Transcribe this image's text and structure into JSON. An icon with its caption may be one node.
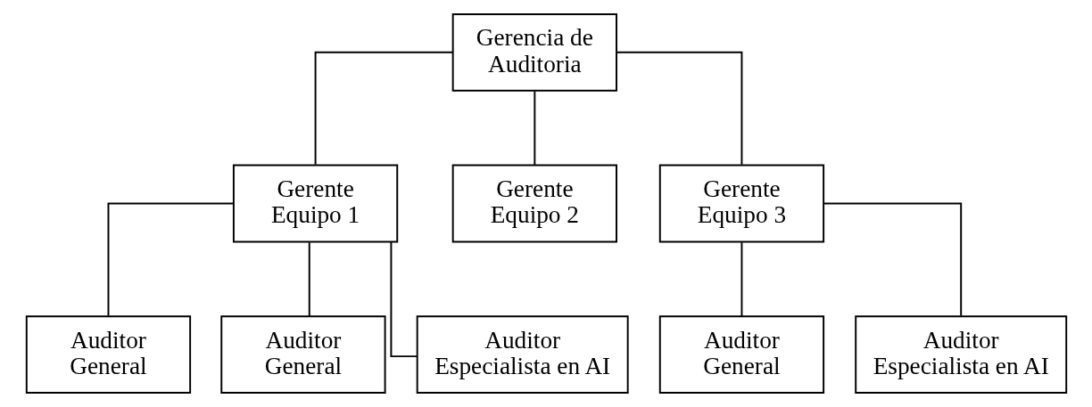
{
  "diagram": {
    "nodes": [
      {
        "text": [
          "Gerencia de Auditoria"
        ]
      },
      {
        "text": [
          "Gerente Equipo 1"
        ]
      },
      {
        "text": [
          "Gerente Equipo 2"
        ]
      },
      {
        "text": [
          "Gerente Equipo 3"
        ]
      },
      {
        "text": [
          "Auditor General"
        ]
      },
      {
        "text": [
          "Auditor General"
        ]
      },
      {
        "text": [
          "Auditor Especialista en AI"
        ]
      },
      {
        "text": [
          "Auditor General"
        ]
      },
      {
        "text": [
          "Auditor Especialista en AI"
        ]
      }
    ],
    "edges": [
      {
        "from": 0,
        "to": 1,
        "arrow": "none"
      },
      {
        "from": 0,
        "to": 2,
        "arrow": "none"
      },
      {
        "from": 0,
        "to": 3,
        "arrow": "none"
      },
      {
        "from": 1,
        "to": 4,
        "arrow": "none"
      },
      {
        "from": 1,
        "to": 5,
        "arrow": "none"
      },
      {
        "from": 1,
        "to": 6,
        "arrow": "none"
      },
      {
        "from": 3,
        "to": 7,
        "arrow": "none"
      },
      {
        "from": 3,
        "to": 8,
        "arrow": "none"
      }
    ]
  }
}
